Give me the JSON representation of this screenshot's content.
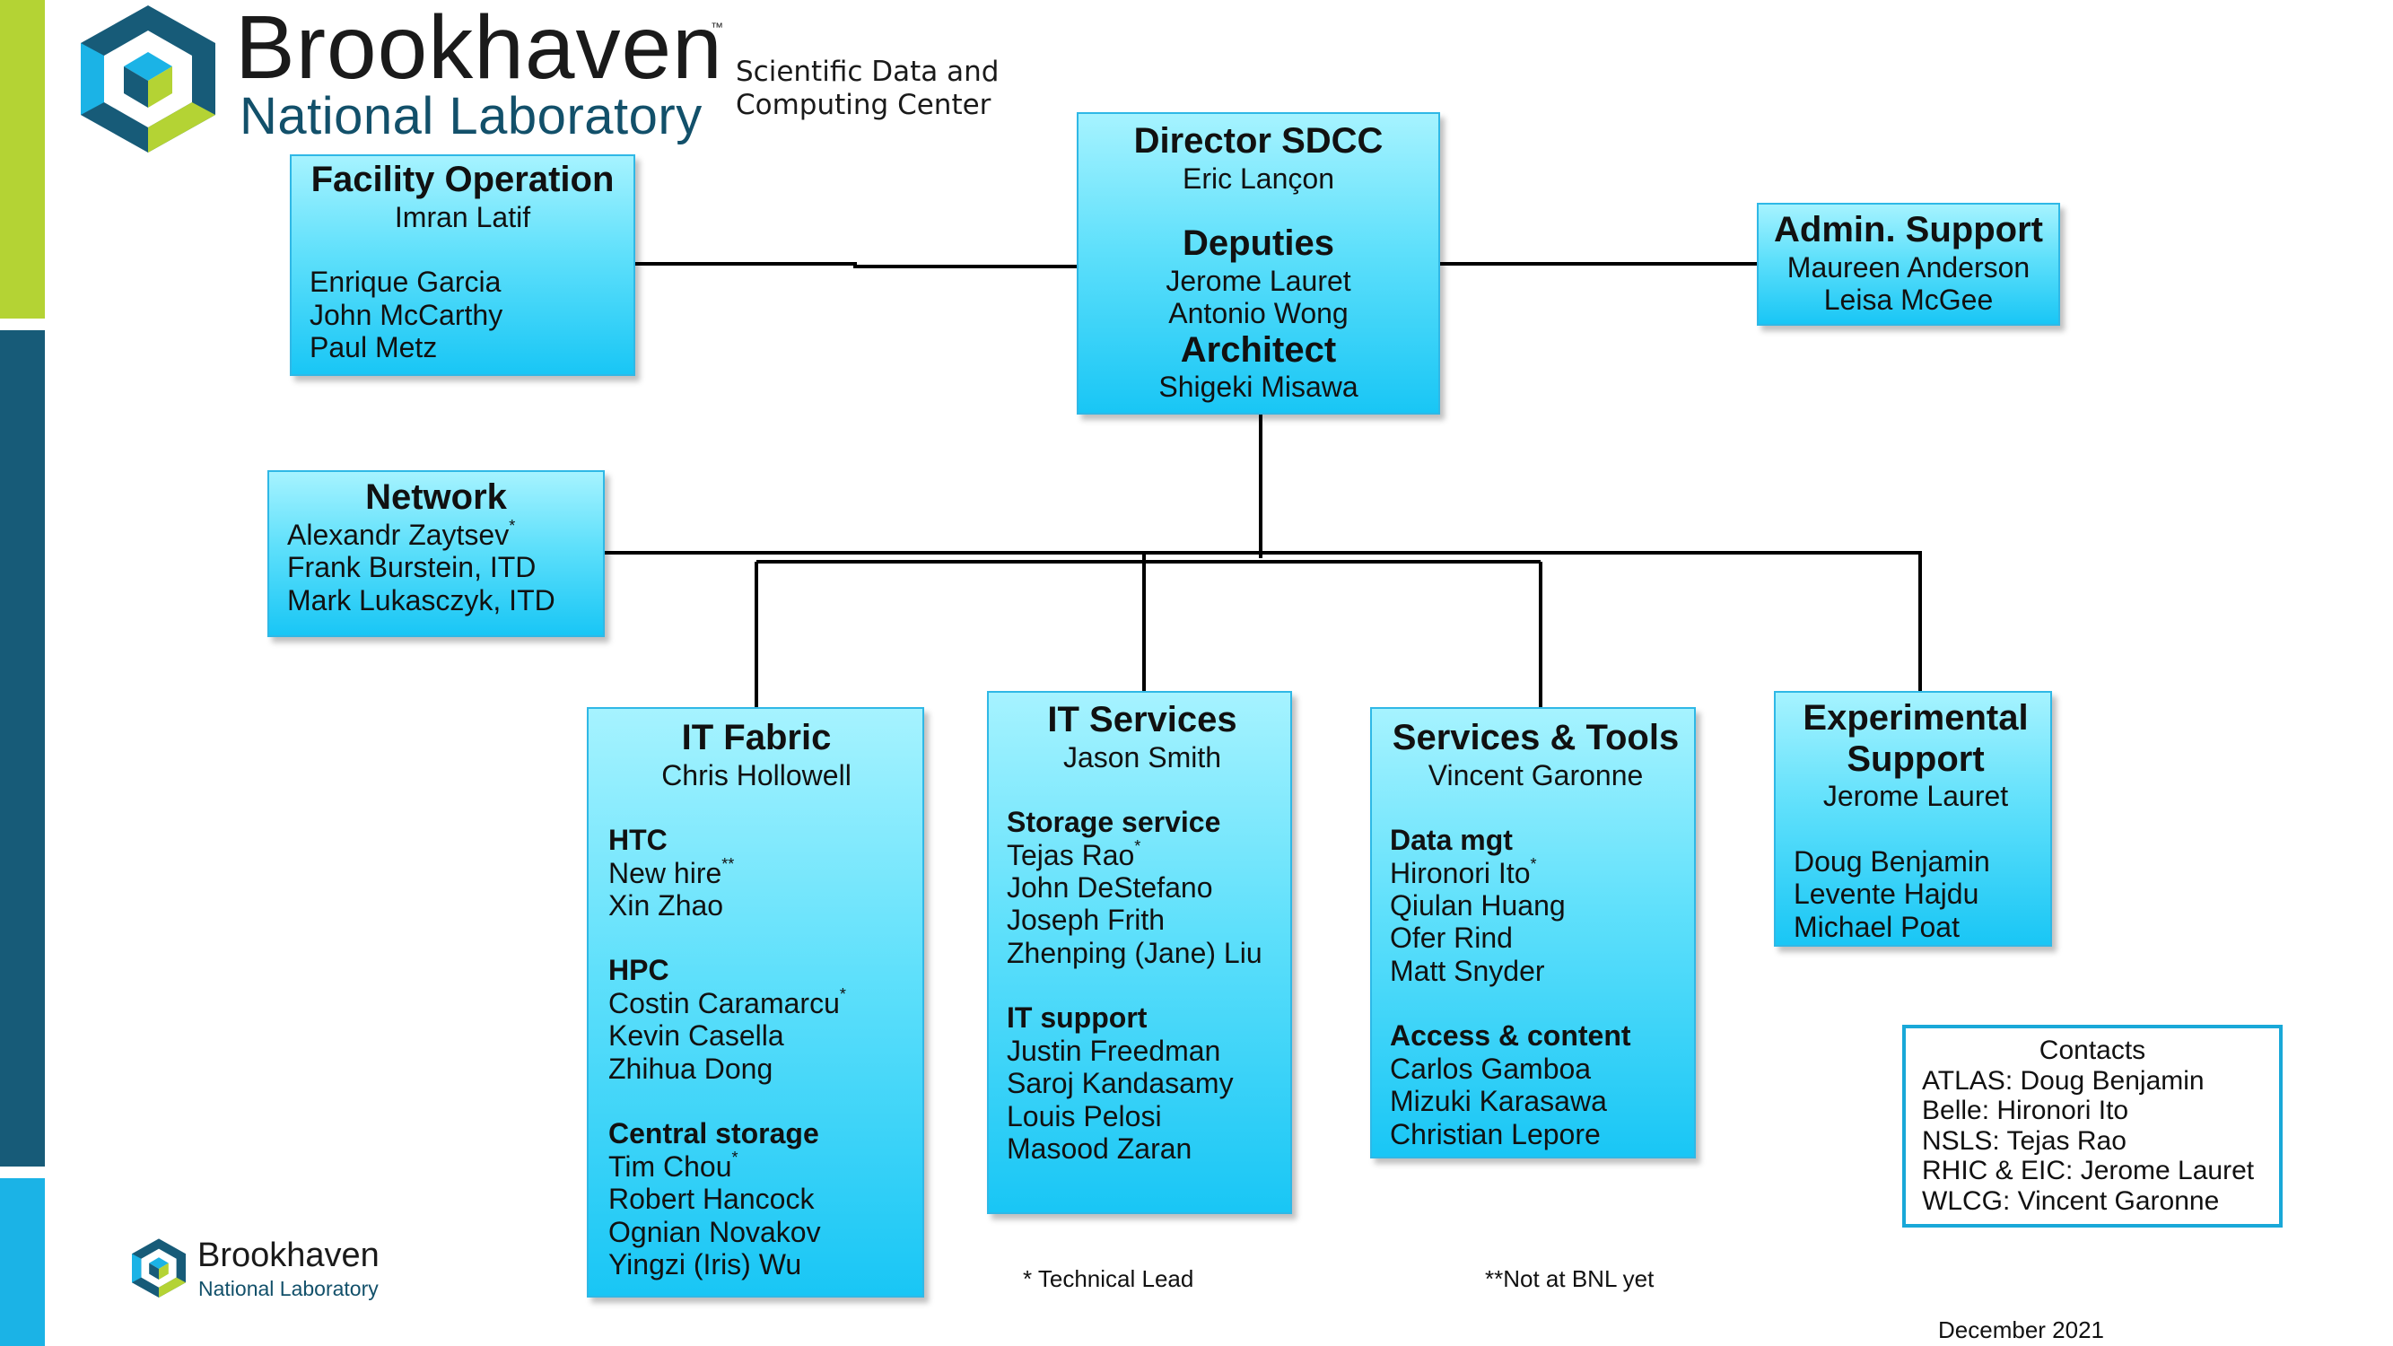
{
  "colors": {
    "bar_top": "#b4d334",
    "bar_mid": "#175b78",
    "bar_bottom": "#1bb3e6",
    "box_border": "#2fb8e6",
    "contacts_border": "#19a8d8",
    "logo_dark": "#175b78",
    "logo_light": "#1bb3e6",
    "logo_green": "#b4d334"
  },
  "logo": {
    "title": "Brookhaven",
    "tm": "™",
    "subtitle": "National Laboratory",
    "desc_line1": "Scientific Data and",
    "desc_line2": "Computing Center",
    "icon": "brookhaven-cube-logo-icon"
  },
  "small_logo": {
    "title": "Brookhaven",
    "subtitle": "National Laboratory"
  },
  "director": {
    "title": "Director SDCC",
    "name": "Eric Lançon",
    "deputies_title": "Deputies",
    "deputies": [
      "Jerome Lauret",
      "Antonio Wong"
    ],
    "architect_title": "Architect",
    "architect": "Shigeki Misawa"
  },
  "facility": {
    "title": "Facility Operation",
    "lead": "Imran Latif",
    "members": [
      "Enrique Garcia",
      "John McCarthy",
      "Paul Metz"
    ]
  },
  "admin": {
    "title": "Admin. Support",
    "members": [
      "Maureen Anderson",
      "Leisa McGee"
    ]
  },
  "network": {
    "title": "Network",
    "members": [
      "Alexandr Zaytsev",
      "Frank Burstein, ITD",
      "Mark Lukasczyk, ITD"
    ],
    "lead_mark": "*"
  },
  "it_fabric": {
    "title": "IT Fabric",
    "lead": "Chris Hollowell",
    "htc_title": "HTC",
    "htc": [
      "New hire",
      "Xin Zhao"
    ],
    "htc_mark": "**",
    "hpc_title": "HPC",
    "hpc": [
      "Costin Caramarcu",
      "Kevin Casella",
      "Zhihua Dong"
    ],
    "storage_title": "Central storage",
    "storage": [
      "Tim Chou",
      "Robert Hancock",
      "Ognian Novakov",
      "Yingzi (Iris) Wu"
    ],
    "lead_mark": "*"
  },
  "it_services": {
    "title": "IT Services",
    "lead": "Jason Smith",
    "storage_title": "Storage service",
    "storage": [
      "Tejas Rao",
      "John DeStefano",
      "Joseph Frith",
      "Zhenping (Jane) Liu"
    ],
    "support_title": "IT support",
    "support": [
      "Justin Freedman",
      "Saroj Kandasamy",
      "Louis Pelosi",
      "Masood Zaran"
    ],
    "lead_mark": "*"
  },
  "services_tools": {
    "title": "Services & Tools",
    "lead": "Vincent Garonne",
    "data_title": "Data mgt",
    "data": [
      "Hironori Ito",
      "Qiulan Huang",
      "Ofer Rind",
      "Matt Snyder"
    ],
    "access_title": "Access & content",
    "access": [
      "Carlos Gamboa",
      "Mizuki Karasawa",
      "Christian Lepore"
    ],
    "lead_mark": "*"
  },
  "experimental": {
    "title_line1": "Experimental",
    "title_line2": "Support",
    "lead": "Jerome Lauret",
    "members": [
      "Doug Benjamin",
      "Levente Hajdu",
      "Michael Poat"
    ]
  },
  "contacts": {
    "title": "Contacts",
    "items": [
      "ATLAS: Doug Benjamin",
      "Belle: Hironori Ito",
      "NSLS: Tejas Rao",
      "RHIC & EIC: Jerome Lauret",
      "WLCG: Vincent Garonne"
    ]
  },
  "notes": {
    "technical_lead": "* Technical Lead",
    "not_at_bnl": "**Not at BNL yet",
    "date": "December 2021"
  }
}
